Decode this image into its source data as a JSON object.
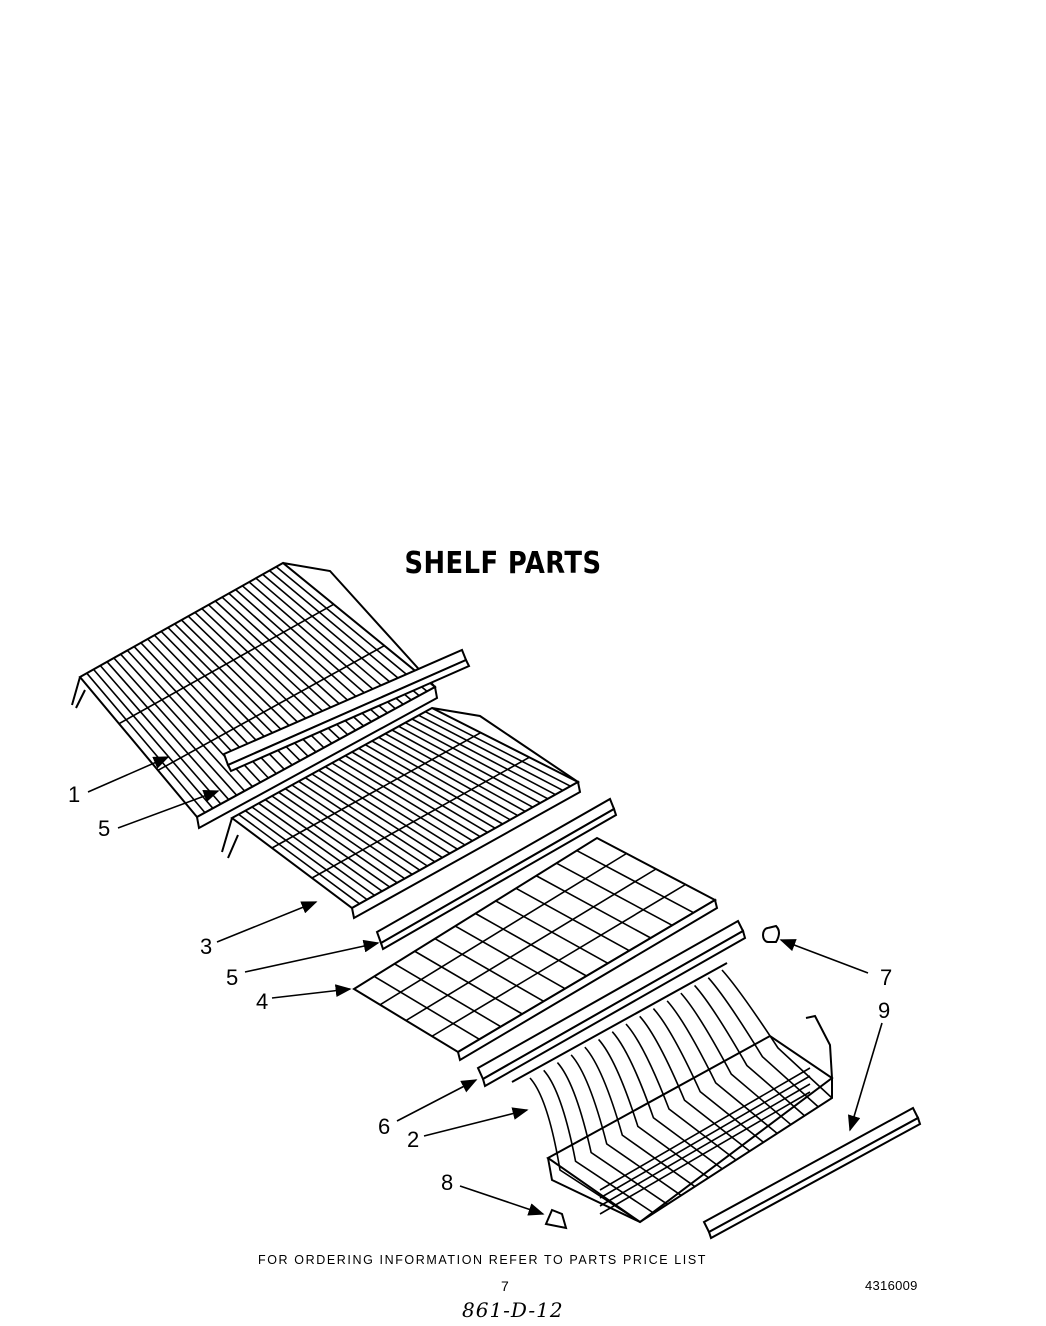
{
  "title": "SHELF PARTS",
  "footer_note": "FOR ORDERING INFORMATION REFER TO PARTS PRICE LIST",
  "page_number": "7",
  "document_number": "4316009",
  "handwritten_note": "861-D-12",
  "callouts": [
    {
      "id": "callout-1",
      "label": "1",
      "part": "wire-shelf-upper"
    },
    {
      "id": "callout-5a",
      "label": "5",
      "part": "shelf-trim-upper"
    },
    {
      "id": "callout-3",
      "label": "3",
      "part": "wire-shelf-middle"
    },
    {
      "id": "callout-5b",
      "label": "5",
      "part": "shelf-trim-middle"
    },
    {
      "id": "callout-4",
      "label": "4",
      "part": "wire-shelf-lower"
    },
    {
      "id": "callout-6",
      "label": "6",
      "part": "shelf-trim-lower"
    },
    {
      "id": "callout-2",
      "label": "2",
      "part": "wire-basket"
    },
    {
      "id": "callout-7",
      "label": "7",
      "part": "end-cap"
    },
    {
      "id": "callout-9",
      "label": "9",
      "part": "basket-trim"
    },
    {
      "id": "callout-8",
      "label": "8",
      "part": "basket-stop"
    }
  ]
}
